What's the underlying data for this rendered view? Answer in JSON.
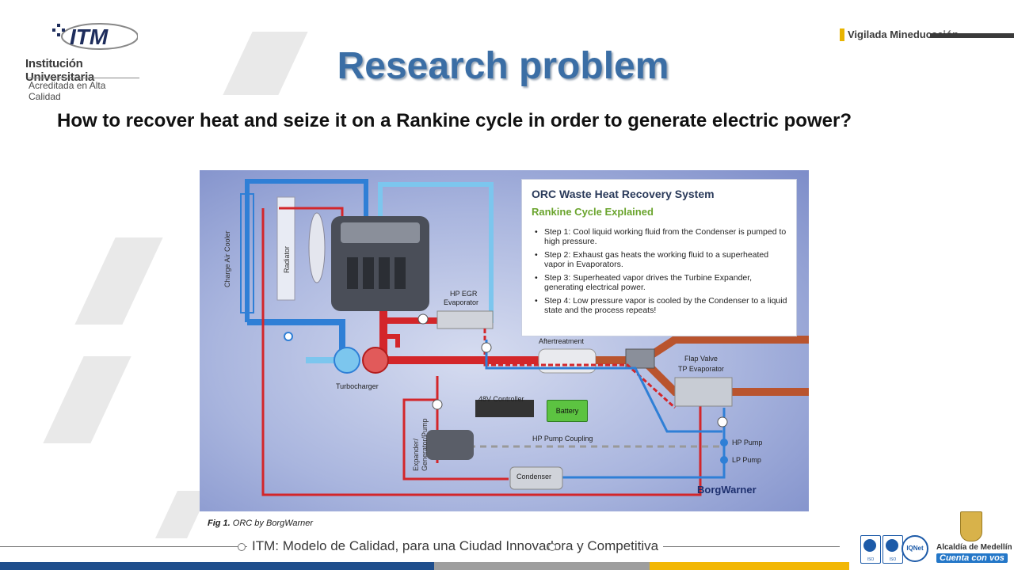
{
  "header": {
    "logo_line1": "Institución Universitaria",
    "logo_line2": "Acreditada en Alta Calidad",
    "logo_mark": "ITM",
    "vigilada": "Vigilada Mineducación"
  },
  "slide": {
    "title": "Research problem",
    "question": "How to recover heat and seize it on a Rankine cycle in order to generate electric power?"
  },
  "figure": {
    "box_title": "ORC Waste Heat Recovery System",
    "box_subtitle": "Rankine Cycle Explained",
    "steps": [
      "Step 1:  Cool liquid working fluid from the Condenser is pumped to high pressure.",
      "Step 2:  Exhaust gas heats the working fluid to a superheated vapor in Evaporators.",
      "Step 3:  Superheated vapor drives the Turbine Expander, generating electrical power.",
      "Step 4:  Low pressure vapor is cooled by the Condenser to a liquid state and the process repeats!"
    ],
    "labels": {
      "charge_air_cooler": "Charge Air Cooler",
      "radiator": "Radiator",
      "hp_egr": "HP EGR",
      "evaporator": "Evaporator",
      "turbocharger": "Turbocharger",
      "aftertreatment": "Aftertreatment",
      "flap_valve": "Flap Valve",
      "tp_evaporator": "TP Evaporator",
      "controller": "48V Controller",
      "battery": "Battery",
      "expander": "Expander/",
      "generator": "Generator/Pump",
      "hp_coupling": "HP Pump Coupling",
      "hp_pump": "HP Pump",
      "lp_pump": "LP Pump",
      "condenser": "Condenser",
      "brand": "BorgWarner"
    },
    "caption_prefix": "Fig 1.",
    "caption_text": "ORC by BorgWarner"
  },
  "footer": {
    "motto": "ITM: Modelo de Calidad, para una Ciudad Innovadora y Competitiva",
    "city1": "Alcaldía de Medellín",
    "city2": "Cuenta con vos",
    "iqnet": "IQNet"
  },
  "colors": {
    "title": "#3b6ea5",
    "hot_pipe": "#d3262a",
    "cold_pipe": "#2f7fd6",
    "light_pipe": "#7cc6ee",
    "exhaust": "#b9542e",
    "footer_blue": "#1f4e8c",
    "footer_yellow": "#f2b705",
    "footer_gray": "#9e9e9e"
  }
}
